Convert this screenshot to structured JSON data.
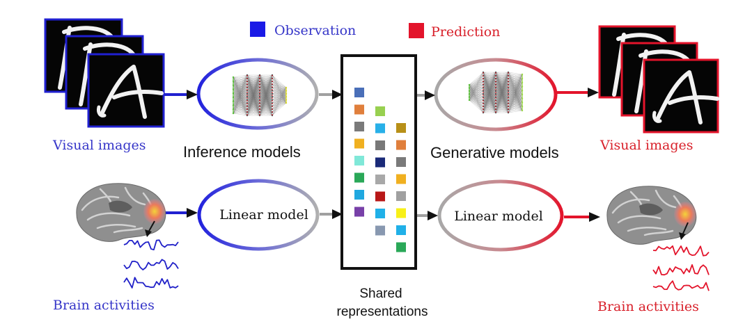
{
  "legend": {
    "observation_label": "Observation",
    "prediction_label": "Prediction",
    "observation_color": "#1a1ae6",
    "prediction_color": "#e3142b"
  },
  "colors": {
    "blue_text": "#3535c8",
    "red_text": "#d8202a",
    "black": "#111111",
    "gray": "#a0a0a0"
  },
  "left": {
    "visual_label": "Visual images",
    "brain_label": "Brain activities"
  },
  "right": {
    "visual_label": "Visual images",
    "brain_label": "Brain activities"
  },
  "models": {
    "inference_label": "Inference models",
    "generative_label": "Generative models",
    "linear_left_label": "Linear model",
    "linear_right_label": "Linear model"
  },
  "shared": {
    "label_line1": "Shared",
    "label_line2": "representations",
    "columns": [
      [
        "#4a6fb8",
        "#e07f3c",
        "#7a7a7a",
        "#f0b020",
        "#80e8d8",
        "#2aa858",
        "#20a8e0",
        "#7840a8"
      ],
      [
        "#98d050",
        "#28b0e8",
        "#787878",
        "#1a2a78",
        "#a8a8a8",
        "#b81818",
        "#20b0e8",
        "#8898b0"
      ],
      [
        "#b89018",
        "#e07f3c",
        "#7a7a7a",
        "#f0b020",
        "#a0a0a0",
        "#f8f018",
        "#20b0e8",
        "#2aa858"
      ]
    ]
  }
}
